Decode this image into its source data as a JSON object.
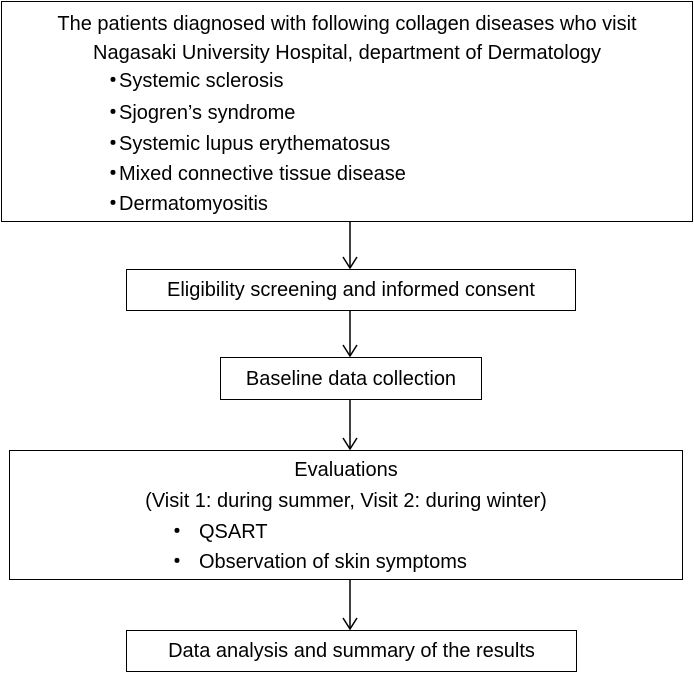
{
  "flow": {
    "box1": {
      "title_line1": "The patients diagnosed with following collagen diseases who visit",
      "title_line2": "Nagasaki University Hospital, department of Dermatology",
      "bullet": "・",
      "items": [
        "Systemic sclerosis",
        "Sjogren’s syndrome",
        "Systemic lupus erythematosus",
        "Mixed connective tissue disease",
        "Dermatomyositis"
      ]
    },
    "box2": {
      "label": "Eligibility screening and informed consent"
    },
    "box3": {
      "label": "Baseline data collection"
    },
    "box4": {
      "title": "Evaluations",
      "subtitle": "(Visit 1: during summer,   Visit 2: during winter)",
      "bullet": "・",
      "items": [
        "QSART",
        "Observation of skin symptoms"
      ]
    },
    "box5": {
      "label": "Data analysis and summary of the results"
    }
  }
}
